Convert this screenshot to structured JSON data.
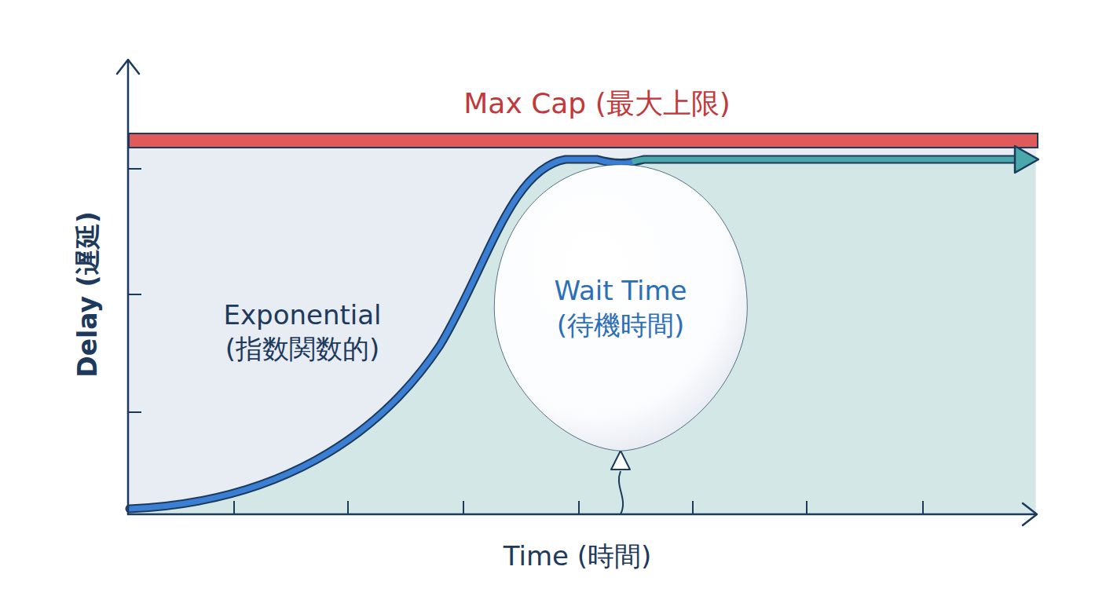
{
  "diagram": {
    "nodes": [
      {
        "text": [
          "Wait Time (待機時間)"
        ]
      }
    ],
    "labels": [
      "Max Cap (最大上限)",
      "Exponential (指数関数的)",
      "Delay (遅延)",
      "Time (時間)"
    ]
  }
}
